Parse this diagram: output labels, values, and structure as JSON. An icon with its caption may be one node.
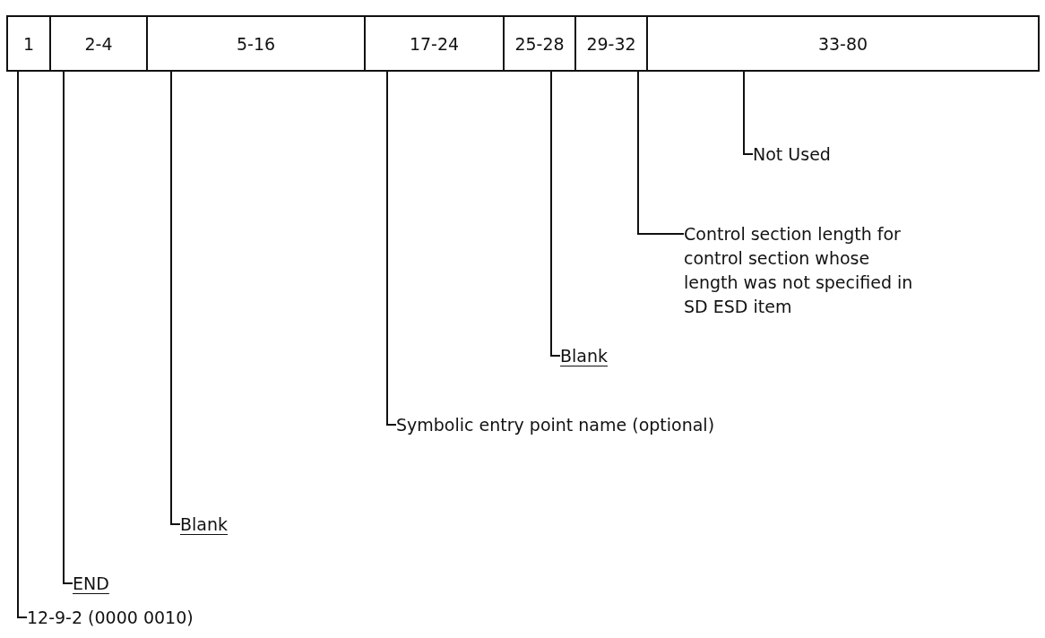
{
  "diagram": {
    "nodes": [
      {
        "text": [
          "1"
        ]
      },
      {
        "text": [
          "2-4"
        ]
      },
      {
        "text": [
          "5-16"
        ]
      },
      {
        "text": [
          "17-24"
        ]
      },
      {
        "text": [
          "25-28"
        ]
      },
      {
        "text": [
          "29-32"
        ]
      },
      {
        "text": [
          "33-80"
        ]
      },
      {
        "text": [
          "Not Used"
        ]
      },
      {
        "text": [
          "Control section length for control section whose length was not specified in SD ESD item"
        ]
      },
      {
        "text": [
          "Blank"
        ]
      },
      {
        "text": [
          "Symbolic entry point name (optional)"
        ]
      },
      {
        "text": [
          "Blank"
        ]
      },
      {
        "text": [
          "END"
        ]
      },
      {
        "text": [
          "12-9-2 (0000 0010)"
        ]
      }
    ],
    "edges": [
      {
        "from": 6,
        "to": 7,
        "arrow": "none"
      },
      {
        "from": 5,
        "to": 8,
        "arrow": "none"
      },
      {
        "from": 4,
        "to": 9,
        "arrow": "none"
      },
      {
        "from": 3,
        "to": 10,
        "arrow": "none"
      },
      {
        "from": 2,
        "to": 11,
        "arrow": "none"
      },
      {
        "from": 1,
        "to": 12,
        "arrow": "none"
      },
      {
        "from": 0,
        "to": 13,
        "arrow": "none"
      }
    ]
  }
}
